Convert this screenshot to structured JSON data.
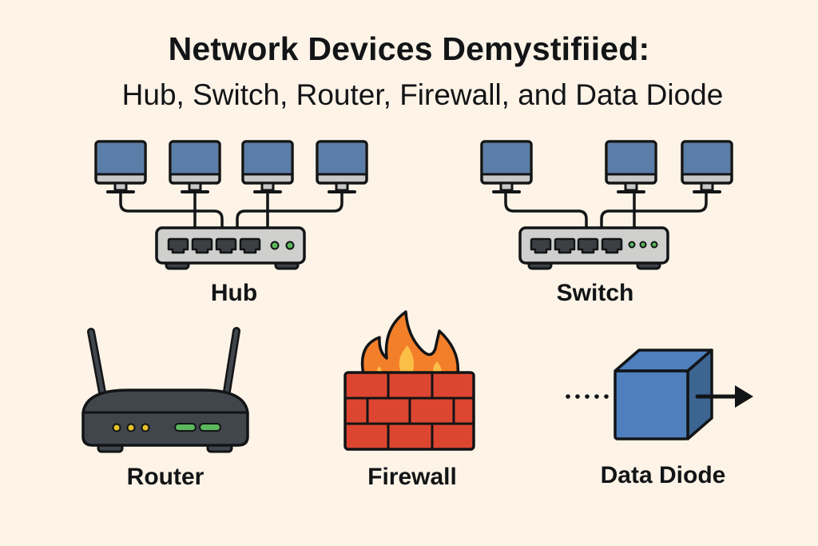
{
  "header": {
    "title": "Network Devices Demystifiied:",
    "subtitle": "Hub, Switch, Router, Firewall, and Data Diode"
  },
  "devices": {
    "hub": {
      "label": "Hub",
      "connected_computers": 4,
      "ports": 4,
      "status_leds": 2
    },
    "switch": {
      "label": "Switch",
      "connected_computers": 3,
      "ports": 4,
      "status_leds": 3
    },
    "router": {
      "label": "Router",
      "antennas": 2,
      "indicator_leds": 3,
      "status_bars": 2
    },
    "firewall": {
      "label": "Firewall",
      "brick_rows": 3
    },
    "data_diode": {
      "label": "Data Diode",
      "input": "dotted-line",
      "output": "arrow-right"
    }
  },
  "colors": {
    "background": "#fdf3e7",
    "screen": "#5a7ea8",
    "outline": "#121416",
    "device_body": "#cfcfcd",
    "port": "#3c4043",
    "hub_led": "#5cb85c",
    "router_body": "#40464c",
    "router_led": "#e6c229",
    "router_bar": "#5cb85c",
    "brick": "#dc4630",
    "flame_outer": "#f47f2a",
    "flame_inner": "#fbbf47",
    "diode_front": "#4f7fbd",
    "diode_side": "#3c6592"
  }
}
